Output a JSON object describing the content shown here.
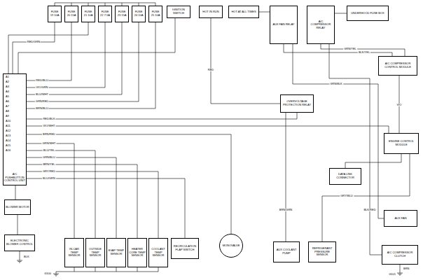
{
  "diagram": {
    "nodes": [
      {
        "text": [
          "FUSE 19 10A"
        ]
      },
      {
        "text": [
          "FUSE 20 15A"
        ]
      },
      {
        "text": [
          "FUSE 21 10A"
        ]
      },
      {
        "text": [
          "FUSE 22 7.5A"
        ]
      },
      {
        "text": [
          "FUSE 23 15A"
        ]
      },
      {
        "text": [
          "FUSE 24 10A"
        ]
      },
      {
        "text": [
          "FUSE 25 10A"
        ]
      },
      {
        "text": [
          "IGNITION SWITCH"
        ]
      },
      {
        "text": [
          "HOT IN RUN"
        ]
      },
      {
        "text": [
          "HOT AT ALL TIMES"
        ]
      },
      {
        "text": [
          "AUX FAN RELAY"
        ]
      },
      {
        "text": [
          "A/C COMPRESSOR RELAY"
        ]
      },
      {
        "text": [
          "UNDERHOOD FUSE BOX"
        ]
      },
      {
        "text": [
          "A/C PUSHBUTTON CONTROL UNIT"
        ]
      },
      {
        "text": [
          "BLOWER MOTOR"
        ]
      },
      {
        "text": [
          "ELECTRONIC BLOWER CONTROL"
        ]
      },
      {
        "text": [
          "IN-CAR TEMP SENSOR"
        ]
      },
      {
        "text": [
          "OUTSIDE TEMP SENSOR"
        ]
      },
      {
        "text": [
          "EVAP TEMP SENSOR"
        ]
      },
      {
        "text": [
          "HEATER CORE TEMP SENSOR"
        ]
      },
      {
        "text": [
          "COOLANT TEMP SENSOR"
        ]
      },
      {
        "text": [
          "RECIRCULATION FLAP SWITCH"
        ]
      },
      {
        "text": [
          "MONOVALVE"
        ]
      },
      {
        "text": [
          "AUX COOLANT PUMP"
        ]
      },
      {
        "text": [
          "REFRIGERANT PRESSURE SENSOR"
        ]
      },
      {
        "text": [
          "A/C COMPRESSOR CLUTCH"
        ]
      },
      {
        "text": [
          "AUX FAN"
        ]
      },
      {
        "text": [
          "A/C COMPRESSOR CONTROL MODULE"
        ]
      },
      {
        "text": [
          "OVERVOLTAGE PROTECTION RELAY"
        ]
      },
      {
        "text": [
          "ENGINE CONTROL MODULE"
        ]
      },
      {
        "text": [
          "DATA LINK CONNECTOR"
        ]
      }
    ],
    "edges": [
      {
        "from": 13,
        "to": 16,
        "arrow": "none",
        "label": "GRN/WHT"
      },
      {
        "from": 13,
        "to": 17,
        "arrow": "none",
        "label": "BLU/YEL"
      },
      {
        "from": 13,
        "to": 18,
        "arrow": "none",
        "label": "GRN/BLU"
      },
      {
        "from": 13,
        "to": 19,
        "arrow": "none",
        "label": "BRN/YEL"
      },
      {
        "from": 13,
        "to": 20,
        "arrow": "none",
        "label": "GRY/RED"
      },
      {
        "from": 13,
        "to": 21,
        "arrow": "none",
        "label": "BLU/GRN"
      },
      {
        "from": 13,
        "to": 22,
        "arrow": "none",
        "label": "BRN/RED"
      },
      {
        "from": 13,
        "to": 14,
        "arrow": "none"
      },
      {
        "from": 14,
        "to": 15,
        "arrow": "none"
      },
      {
        "from": 0,
        "to": 13,
        "arrow": "none",
        "label": "RED/GRN"
      },
      {
        "from": 7,
        "to": 13,
        "arrow": "none"
      },
      {
        "from": 10,
        "to": 27,
        "arrow": "none",
        "label": "BLK/YEL"
      },
      {
        "from": 11,
        "to": 27,
        "arrow": "none",
        "label": "GRN/YEL"
      },
      {
        "from": 12,
        "to": 11,
        "arrow": "none"
      },
      {
        "from": 28,
        "to": 13,
        "arrow": "none",
        "label": "RED/BLK"
      },
      {
        "from": 29,
        "to": 13,
        "arrow": "none",
        "label": "VIO/WHT"
      },
      {
        "from": 30,
        "to": 29,
        "arrow": "none"
      },
      {
        "from": 27,
        "to": 29,
        "arrow": "none",
        "label": "VIO"
      },
      {
        "from": 10,
        "to": 26,
        "arrow": "none",
        "label": "GRN/BLK"
      },
      {
        "from": 11,
        "to": 25,
        "arrow": "none",
        "label": "BLK/RED"
      },
      {
        "from": 28,
        "to": 23,
        "arrow": "none",
        "label": "BRN/GRN"
      },
      {
        "from": 24,
        "to": 29,
        "arrow": "none",
        "label": "GRY/BLU"
      },
      {
        "from": 9,
        "to": 10,
        "arrow": "none"
      },
      {
        "from": 8,
        "to": 28,
        "arrow": "none",
        "label": "RED"
      },
      {
        "from": 2,
        "to": 13,
        "arrow": "none"
      }
    ],
    "labels": [
      "A1",
      "A2",
      "A3",
      "A4",
      "A5",
      "A6",
      "A7",
      "A8",
      "A9",
      "A10",
      "A11",
      "A12",
      "A13",
      "A14",
      "A15",
      "A16",
      "RED/BLU",
      "VIO/GRN",
      "BLU/WHT",
      "GRN/RED",
      "BRN/BLU",
      "BLK",
      "G100",
      "BRN",
      "G101"
    ]
  }
}
